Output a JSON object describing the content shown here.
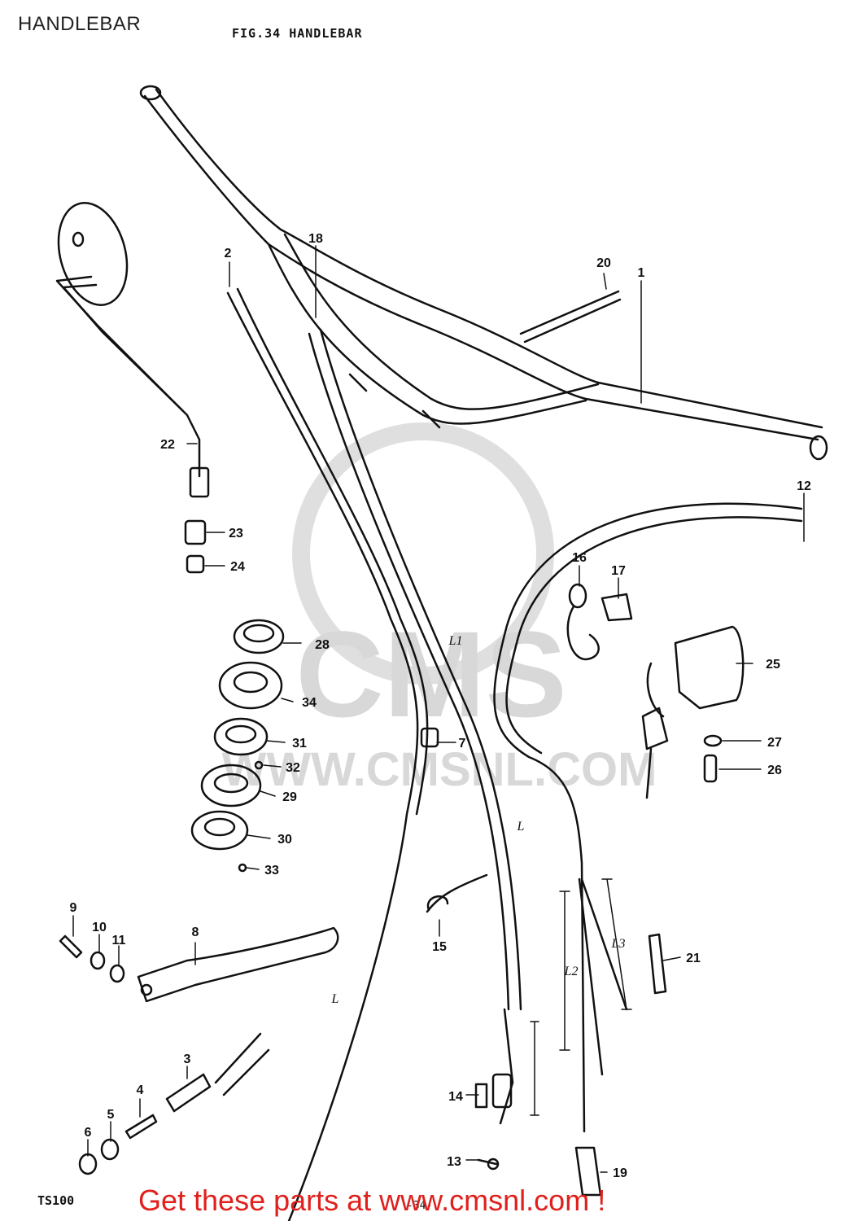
{
  "page_title": "HANDLEBAR",
  "figure_title": "FIG.34  HANDLEBAR",
  "model": "TS100",
  "page_number": "-34-",
  "promo_text": "Get these parts at www.cmsnl.com !",
  "watermark": {
    "logo": "CMS",
    "url": "WWW.CMSNL.COM"
  },
  "colors": {
    "line": "#111111",
    "promo": "#e0201c",
    "watermark": "#d4d4d4"
  },
  "parts": [
    {
      "number": "1"
    },
    {
      "number": "2"
    },
    {
      "number": "3"
    },
    {
      "number": "4"
    },
    {
      "number": "5"
    },
    {
      "number": "6"
    },
    {
      "number": "7"
    },
    {
      "number": "8"
    },
    {
      "number": "9"
    },
    {
      "number": "10"
    },
    {
      "number": "11"
    },
    {
      "number": "12"
    },
    {
      "number": "13"
    },
    {
      "number": "14"
    },
    {
      "number": "15"
    },
    {
      "number": "16"
    },
    {
      "number": "17"
    },
    {
      "number": "18"
    },
    {
      "number": "19"
    },
    {
      "number": "20"
    },
    {
      "number": "21"
    },
    {
      "number": "22"
    },
    {
      "number": "23"
    },
    {
      "number": "24"
    },
    {
      "number": "25"
    },
    {
      "number": "26"
    },
    {
      "number": "27"
    },
    {
      "number": "28"
    },
    {
      "number": "29"
    },
    {
      "number": "30"
    },
    {
      "number": "31"
    },
    {
      "number": "32"
    },
    {
      "number": "33"
    },
    {
      "number": "34"
    }
  ],
  "dimensions": [
    {
      "text": "L1"
    },
    {
      "text": "L"
    },
    {
      "text": "L"
    },
    {
      "text": "L2"
    },
    {
      "text": "L3"
    }
  ]
}
